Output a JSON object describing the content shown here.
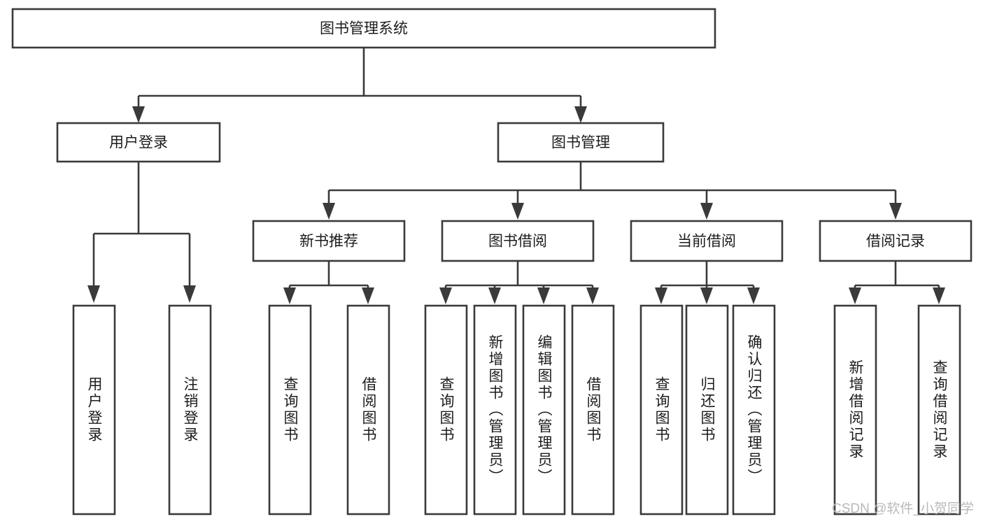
{
  "diagram": {
    "title": "图书管理系统",
    "type": "hierarchy-tree",
    "levels": 4,
    "root": {
      "id": "root",
      "label": "图书管理系统",
      "orientation": "horizontal"
    },
    "level2": [
      {
        "id": "user-login",
        "label": "用户登录",
        "orientation": "horizontal"
      },
      {
        "id": "book-management",
        "label": "图书管理",
        "orientation": "horizontal"
      }
    ],
    "level3": [
      {
        "id": "new-book-recommend",
        "label": "新书推荐",
        "parent": "book-management",
        "orientation": "horizontal"
      },
      {
        "id": "book-borrow",
        "label": "图书借阅",
        "parent": "book-management",
        "orientation": "horizontal"
      },
      {
        "id": "current-borrow",
        "label": "当前借阅",
        "parent": "book-management",
        "orientation": "horizontal"
      },
      {
        "id": "borrow-record",
        "label": "借阅记录",
        "parent": "book-management",
        "orientation": "horizontal"
      }
    ],
    "leaves": [
      {
        "id": "leaf-user-login",
        "label": "用户登录",
        "parent": "user-login",
        "orientation": "vertical"
      },
      {
        "id": "leaf-logout-login",
        "label": "注销登录",
        "parent": "user-login",
        "orientation": "vertical"
      },
      {
        "id": "leaf-query-book-1",
        "label": "查询图书",
        "parent": "new-book-recommend",
        "orientation": "vertical"
      },
      {
        "id": "leaf-borrow-book-1",
        "label": "借阅图书",
        "parent": "new-book-recommend",
        "orientation": "vertical"
      },
      {
        "id": "leaf-query-book-2",
        "label": "查询图书",
        "parent": "book-borrow",
        "orientation": "vertical"
      },
      {
        "id": "leaf-add-book",
        "label": "新增图书（管理员）",
        "parent": "book-borrow",
        "orientation": "vertical"
      },
      {
        "id": "leaf-edit-book",
        "label": "编辑图书（管理员）",
        "parent": "book-borrow",
        "orientation": "vertical"
      },
      {
        "id": "leaf-borrow-book-2",
        "label": "借阅图书",
        "parent": "book-borrow",
        "orientation": "vertical"
      },
      {
        "id": "leaf-query-book-3",
        "label": "查询图书",
        "parent": "current-borrow",
        "orientation": "vertical"
      },
      {
        "id": "leaf-return-book",
        "label": "归还图书",
        "parent": "current-borrow",
        "orientation": "vertical"
      },
      {
        "id": "leaf-confirm-return",
        "label": "确认归还（管理员）",
        "parent": "current-borrow",
        "orientation": "vertical"
      },
      {
        "id": "leaf-add-record",
        "label": "新增借阅记录",
        "parent": "borrow-record",
        "orientation": "vertical"
      },
      {
        "id": "leaf-query-record",
        "label": "查询借阅记录",
        "parent": "borrow-record",
        "orientation": "vertical"
      }
    ],
    "colors": {
      "stroke": "#3a3a3a",
      "fill": "#ffffff",
      "text": "#1c1c1c",
      "watermark": "#b9b9b9",
      "background": "#ffffff"
    }
  },
  "watermark": {
    "text": "CSDN @软件_小贺同学"
  }
}
